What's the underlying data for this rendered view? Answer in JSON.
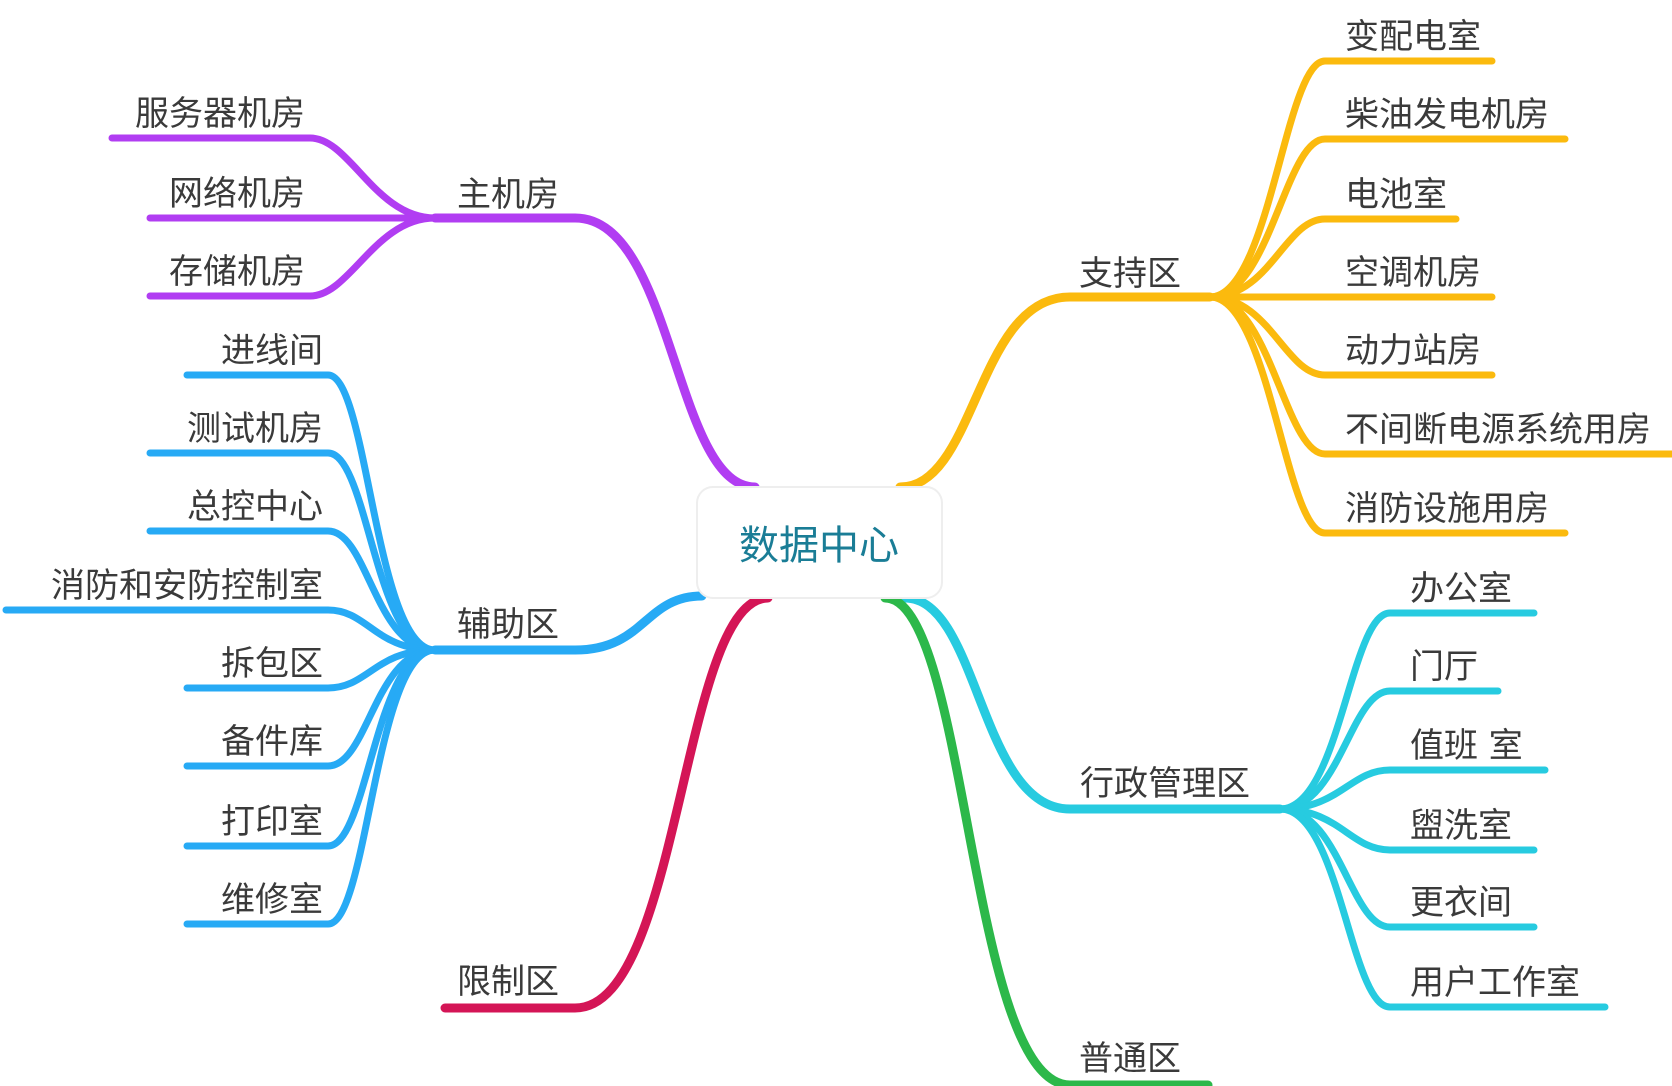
{
  "root": {
    "label": "数据中心",
    "color": "#1a7d96"
  },
  "branches": [
    {
      "label": "主机房",
      "color": "#b13df2",
      "children": [
        "服务器机房",
        "网络机房",
        "存储机房"
      ]
    },
    {
      "label": "辅助区",
      "color": "#27aaf5",
      "children": [
        "进线间",
        "测试机房",
        "总控中心",
        "消防和安防控制室",
        "拆包区",
        "备件库",
        "打印室",
        "维修室"
      ]
    },
    {
      "label": "限制区",
      "color": "#d41556",
      "children": []
    },
    {
      "label": "支持区",
      "color": "#fbba0e",
      "children": [
        "变配电室",
        "柴油发电机房",
        "电池室",
        "空调机房",
        "动力站房",
        "不间断电源系统用房",
        "消防设施用房"
      ]
    },
    {
      "label": "行政管理区",
      "color": "#27cbe0",
      "children": [
        "办公室",
        "门厅",
        "值班 室",
        "盥洗室",
        "更衣间",
        "用户工作室"
      ]
    },
    {
      "label": "普通区",
      "color": "#2cb84a",
      "children": []
    }
  ]
}
